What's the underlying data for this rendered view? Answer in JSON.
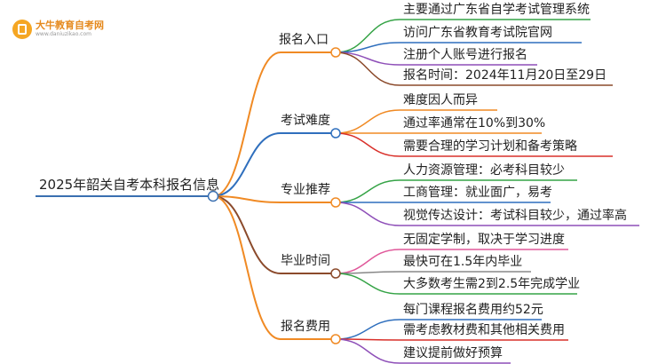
{
  "logo": {
    "title": "大牛教育自考网",
    "url": "www.daniuzikao.com"
  },
  "root": {
    "label": "2025年韶关自考本科报名信息",
    "color": "#3a6fb0"
  },
  "branches": [
    {
      "label": "报名入口",
      "color": "#f08a24",
      "leaves": [
        {
          "text": "主要通过广东省自学考试管理系统",
          "color": "#35a346"
        },
        {
          "text": "访问广东省教育考试院官网",
          "color": "#2f6fbd"
        },
        {
          "text": "注册个人账号进行报名",
          "color": "#8e4fb8"
        },
        {
          "text": "报名时间：2024年11月20日至29日",
          "color": "#8b4a2b"
        }
      ]
    },
    {
      "label": "考试难度",
      "color": "#2f6fbd",
      "leaves": [
        {
          "text": "难度因人而异",
          "color": "#f08a24"
        },
        {
          "text": "通过率通常在10%到30%",
          "color": "#f08a24"
        },
        {
          "text": "需要合理的学习计划和备考策略",
          "color": "#d9302a"
        }
      ]
    },
    {
      "label": "专业推荐",
      "color": "#f08a24",
      "leaves": [
        {
          "text": "人力资源管理：必考科目较少",
          "color": "#35a346"
        },
        {
          "text": "工商管理：就业面广，易考",
          "color": "#2f6fbd"
        },
        {
          "text": "视觉传达设计：考试科目较少，通过率高",
          "color": "#8e4fb8"
        }
      ]
    },
    {
      "label": "毕业时间",
      "color": "#8b4a2b",
      "leaves": [
        {
          "text": "无固定学制，取决于学习进度",
          "color": "#e0589a"
        },
        {
          "text": "最快可在1.5年内毕业",
          "color": "#888888"
        },
        {
          "text": "大多数考生需2到2.5年完成学业",
          "color": "#35a346"
        }
      ]
    },
    {
      "label": "报名费用",
      "color": "#f08a24",
      "leaves": [
        {
          "text": "每门课程报名费用约52元",
          "color": "#2f6fbd"
        },
        {
          "text": "需考虑教材费和其他相关费用",
          "color": "#d9302a"
        },
        {
          "text": "建议提前做好预算",
          "color": "#8e4fb8"
        }
      ]
    }
  ]
}
